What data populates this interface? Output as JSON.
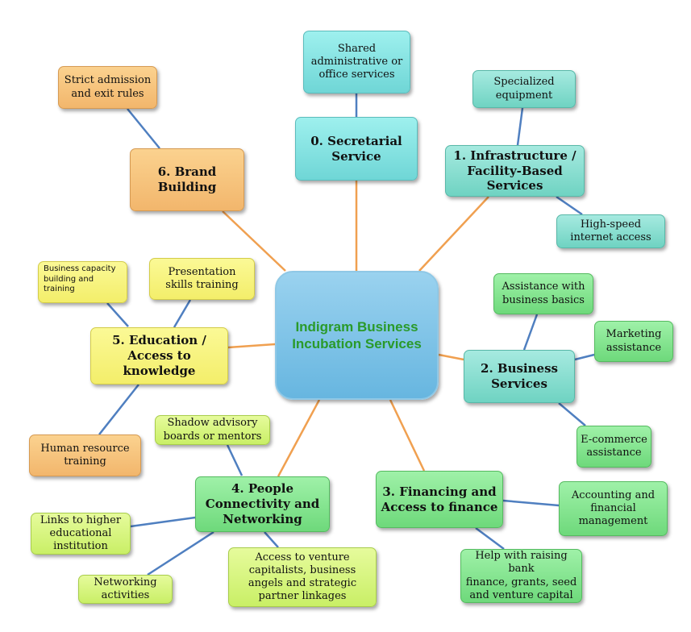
{
  "center": "Indigram Business\nIncubation Services",
  "categories": {
    "secretarial": "0. Secretarial\nService",
    "infrastructure": "1. Infrastructure /\nFacility-Based\nServices",
    "business": "2. Business\nServices",
    "financing": "3. Financing and\nAccess to finance",
    "people": "4. People\nConnectivity and\nNetworking",
    "education": "5. Education /\nAccess to knowledge",
    "brand": "6. Brand\nBuilding"
  },
  "items": {
    "shared_admin": "Shared\nadministrative or\noffice services",
    "specialized_equipment": "Specialized\nequipment",
    "internet": "High-speed\ninternet access",
    "business_basics": "Assistance with\nbusiness basics",
    "marketing": "Marketing\nassistance",
    "ecommerce": "E-commerce\nassistance",
    "accounting": "Accounting and\nfinancial\nmanagement",
    "bank_finance": "Help with  raising bank\nfinance, grants, seed\nand venture capital",
    "venture": "Access to venture\ncapitalists, business\nangels and strategic\npartner linkages",
    "networking": "Networking\nactivities",
    "higher_ed": "Links to higher\neducational\ninstitution",
    "shadow_boards": "Shadow advisory\nboards or mentors",
    "human_resource": "Human resource\ntraining",
    "capacity_building": "Business capacity\nbuilding and\ntraining",
    "presentation": "Presentation\nskills training",
    "admission_rules": "Strict admission\nand exit rules"
  },
  "colors": {
    "spoke_line": "#f0a050",
    "leaf_line": "#4f7fc0",
    "center_text": "#2a9a2a"
  }
}
